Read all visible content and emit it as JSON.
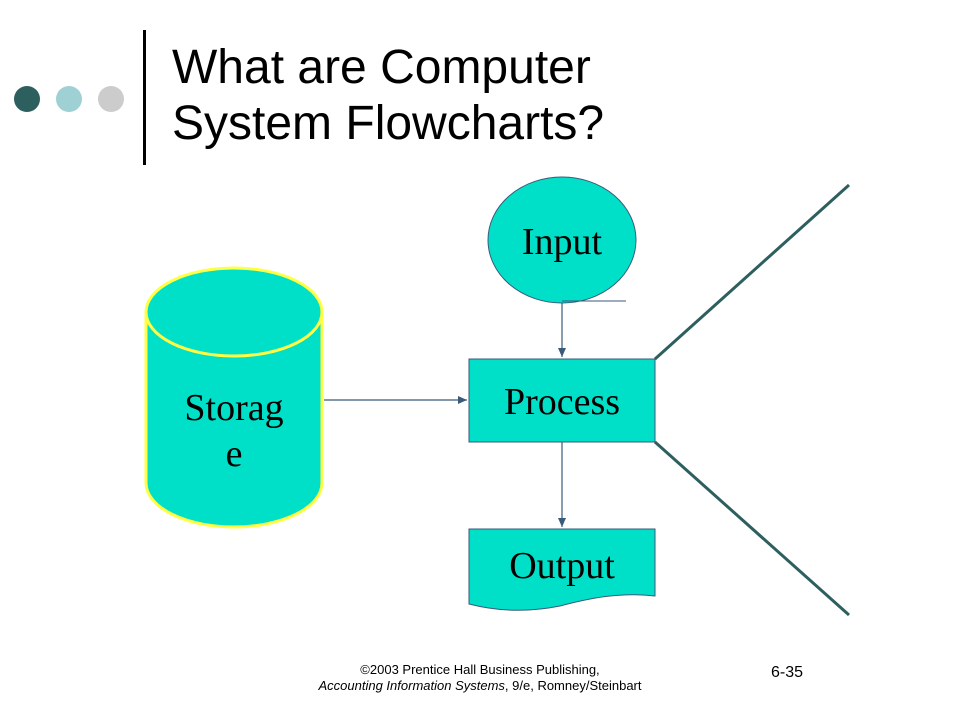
{
  "slide": {
    "title_line1": "What are Computer",
    "title_line2": "System Flowcharts?",
    "dots_colors": [
      "#2e5f5f",
      "#9fd0d4",
      "#cccccc"
    ]
  },
  "diagram": {
    "input_label": "Input",
    "process_label": "Process",
    "output_label": "Output",
    "storage_label_line1": "Storag",
    "storage_label_line2": "e",
    "colors": {
      "fill": "#00e0c8",
      "storage_outline": "#ffff44",
      "arrow": "#3a5a7a",
      "bracket": "#2e5f5f"
    }
  },
  "footer": {
    "line1": "©2003 Prentice Hall Business Publishing,",
    "line2_italic": "Accounting Information Systems",
    "line2_rest": ", 9/e, Romney/Steinbart",
    "page_number": "6-35"
  }
}
